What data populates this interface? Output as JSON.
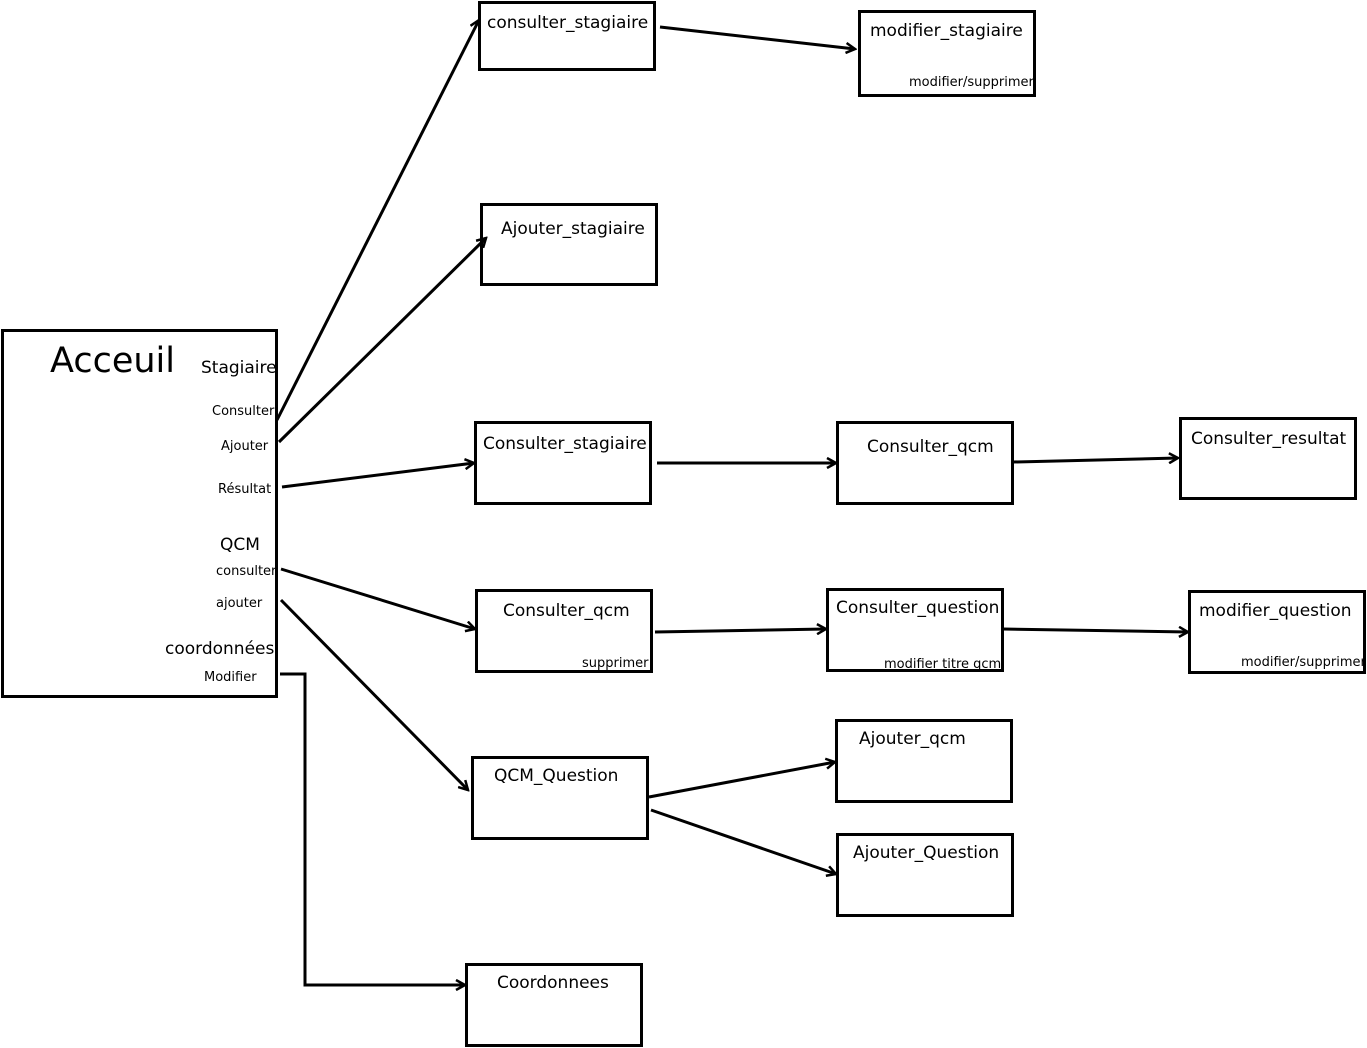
{
  "accueil": {
    "title": "Acceuil",
    "stagiaire": {
      "heading": "Stagiaire",
      "consulter": "Consulter",
      "ajouter": "Ajouter",
      "resultat": "Résultat"
    },
    "qcm": {
      "heading": "QCM",
      "consulter": "consulter",
      "ajouter": "ajouter"
    },
    "coordonnees": {
      "heading": "coordonnées",
      "modifier": "Modifier"
    }
  },
  "nodes": {
    "consulter_stagiaire": {
      "title": "consulter_stagiaire"
    },
    "modifier_stagiaire": {
      "title": "modifier_stagiaire",
      "sub": "modifier/supprimer"
    },
    "ajouter_stagiaire": {
      "title": "Ajouter_stagiaire"
    },
    "resultat_consulter_stagiaire": {
      "title": "Consulter_stagiaire"
    },
    "resultat_consulter_qcm": {
      "title": "Consulter_qcm"
    },
    "consulter_resultat": {
      "title": "Consulter_resultat"
    },
    "consulter_qcm": {
      "title": "Consulter_qcm",
      "sub": "supprimer"
    },
    "consulter_question": {
      "title": "Consulter_question",
      "sub": "modifier titre qcm"
    },
    "modifier_question": {
      "title": "modifier_question",
      "sub": "modifier/supprimer"
    },
    "qcm_question": {
      "title": "QCM_Question"
    },
    "ajouter_qcm": {
      "title": "Ajouter_qcm"
    },
    "ajouter_question": {
      "title": "Ajouter_Question"
    },
    "coordonnees": {
      "title": "Coordonnees"
    }
  },
  "edges": [
    {
      "from": "accueil.stagiaire.consulter",
      "to": "consulter_stagiaire"
    },
    {
      "from": "consulter_stagiaire",
      "to": "modifier_stagiaire"
    },
    {
      "from": "accueil.stagiaire.ajouter",
      "to": "ajouter_stagiaire"
    },
    {
      "from": "accueil.stagiaire.resultat",
      "to": "resultat_consulter_stagiaire"
    },
    {
      "from": "resultat_consulter_stagiaire",
      "to": "resultat_consulter_qcm"
    },
    {
      "from": "resultat_consulter_qcm",
      "to": "consulter_resultat"
    },
    {
      "from": "accueil.qcm.consulter",
      "to": "consulter_qcm"
    },
    {
      "from": "consulter_qcm",
      "to": "consulter_question"
    },
    {
      "from": "consulter_question",
      "to": "modifier_question"
    },
    {
      "from": "accueil.qcm.ajouter",
      "to": "qcm_question"
    },
    {
      "from": "qcm_question",
      "to": "ajouter_qcm"
    },
    {
      "from": "qcm_question",
      "to": "ajouter_question"
    },
    {
      "from": "accueil.coordonnees.modifier",
      "to": "coordonnees"
    }
  ]
}
